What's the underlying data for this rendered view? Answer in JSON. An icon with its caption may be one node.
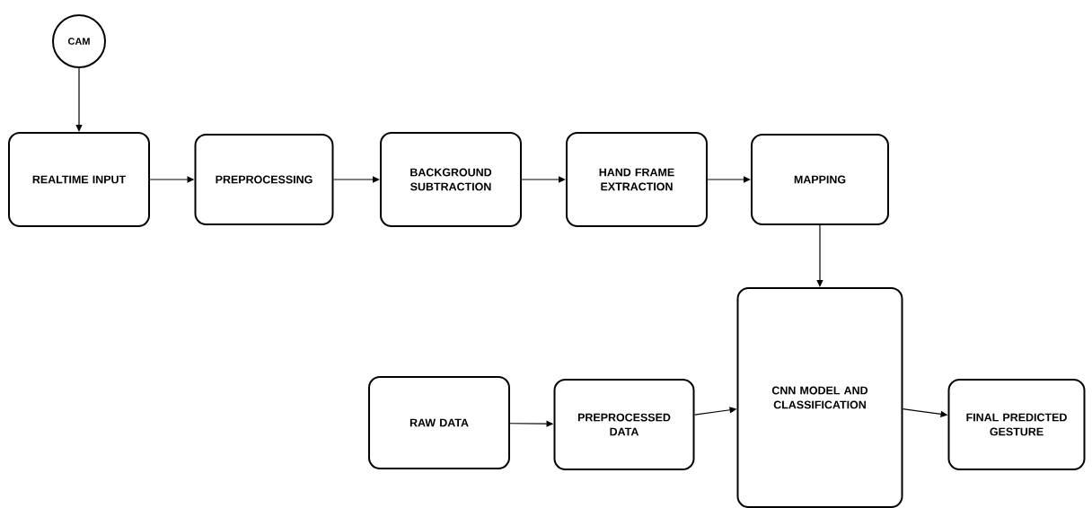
{
  "diagram": {
    "nodes": [
      {
        "text": [
          "CAM"
        ]
      },
      {
        "text": [
          "REALTIME INPUT"
        ]
      },
      {
        "text": [
          "PREPROCESSING"
        ]
      },
      {
        "text": [
          "BACKGROUND SUBTRACTION"
        ]
      },
      {
        "text": [
          "HAND FRAME EXTRACTION"
        ]
      },
      {
        "text": [
          "MAPPING"
        ]
      },
      {
        "text": [
          "RAW DATA"
        ]
      },
      {
        "text": [
          "PREPROCESSED DATA"
        ]
      },
      {
        "text": [
          "CNN MODEL AND CLASSIFICATION"
        ]
      },
      {
        "text": [
          "FINAL PREDICTED GESTURE"
        ]
      }
    ],
    "edges": [
      {
        "from": 0,
        "to": 1,
        "arrow": "to"
      },
      {
        "from": 1,
        "to": 2,
        "arrow": "to"
      },
      {
        "from": 2,
        "to": 3,
        "arrow": "to"
      },
      {
        "from": 3,
        "to": 4,
        "arrow": "to"
      },
      {
        "from": 4,
        "to": 5,
        "arrow": "to"
      },
      {
        "from": 5,
        "to": 8,
        "arrow": "to"
      },
      {
        "from": 6,
        "to": 7,
        "arrow": "to"
      },
      {
        "from": 7,
        "to": 8,
        "arrow": "to"
      },
      {
        "from": 8,
        "to": 9,
        "arrow": "to"
      }
    ]
  }
}
